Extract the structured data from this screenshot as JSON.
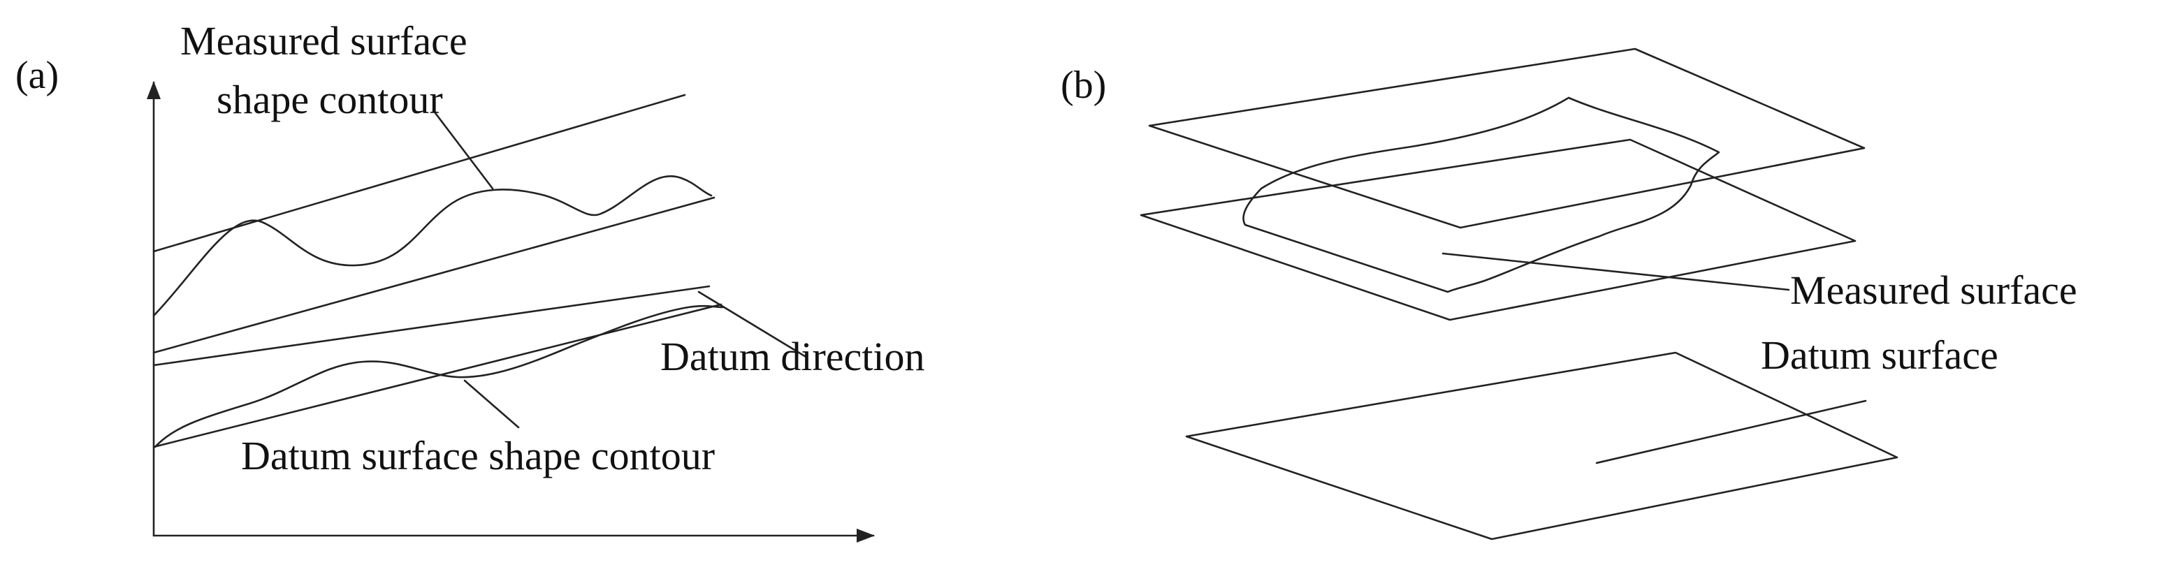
{
  "figure": {
    "panel_a": {
      "label": "(a)",
      "measured_contour_label_line1": "Measured surface",
      "measured_contour_label_line2": "shape contour",
      "datum_direction_label": "Datum direction",
      "datum_contour_label": "Datum surface shape contour"
    },
    "panel_b": {
      "label": "(b)",
      "measured_surface_label": "Measured surface",
      "datum_surface_label": "Datum surface"
    },
    "colors": {
      "line": "#222222",
      "text": "#111111",
      "background": "#ffffff"
    }
  }
}
